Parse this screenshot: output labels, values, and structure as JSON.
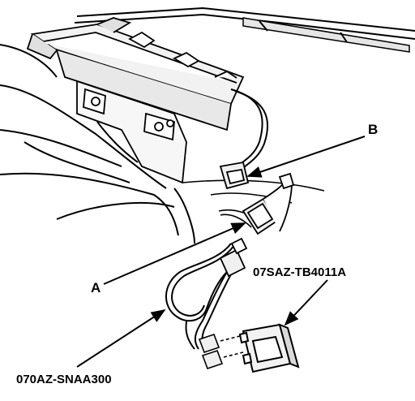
{
  "labels": {
    "callout_a": "A",
    "callout_b": "B",
    "part_number_tester": "07SAZ-TB4011A",
    "part_number_harness": "070AZ-SNAA300"
  },
  "colors": {
    "ink": "#000000",
    "paper": "#ffffff",
    "shade": "#d9d9d9"
  }
}
